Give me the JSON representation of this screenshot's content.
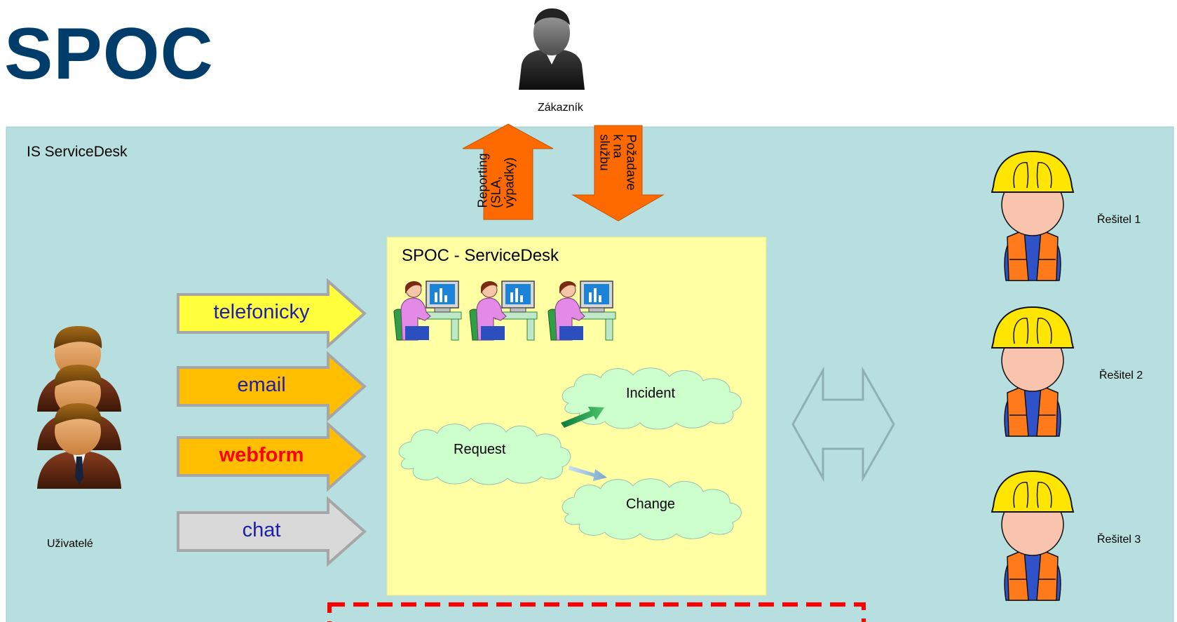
{
  "slide": {
    "title": "SPOC"
  },
  "customer": {
    "label": "Zákazník"
  },
  "arrows": {
    "reporting": [
      "Reporting",
      "(SLA,",
      "výpadky)"
    ],
    "request": [
      "Požadave",
      "k na",
      "službu"
    ]
  },
  "servicedesk_area": {
    "label": "IS ServiceDesk"
  },
  "spoc_box": {
    "title": "SPOC - ServiceDesk",
    "clouds": {
      "incident": "Incident",
      "request": "Request",
      "change": "Change"
    }
  },
  "users": {
    "label": "Uživatelé"
  },
  "channels": [
    {
      "label": "telefonicky",
      "color": "#ffff3c",
      "text_color": "#1f1fa8",
      "bold": false
    },
    {
      "label": "email",
      "color": "#ffbf00",
      "text_color": "#1f1fa8",
      "bold": false
    },
    {
      "label": "webform",
      "color": "#ffbf00",
      "text_color": "#ff0000",
      "bold": true
    },
    {
      "label": "chat",
      "color": "#d9d9d9",
      "text_color": "#1f1fa8",
      "bold": false
    }
  ],
  "resolvers": [
    {
      "label": "Řešitel 1"
    },
    {
      "label": "Řešitel 2"
    },
    {
      "label": "Řešitel 3"
    }
  ],
  "colors": {
    "title": "#003d6b",
    "area_background": "#b8dfe0",
    "spoc_background": "#ffffa3",
    "cloud": "#ccffcc",
    "orange_arrow": "#ff6a00",
    "dashed_border": "#ff0000"
  }
}
